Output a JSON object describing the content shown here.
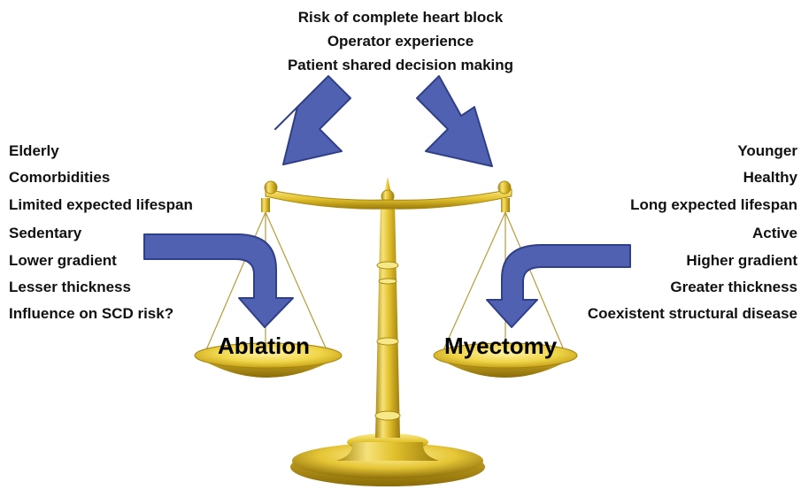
{
  "top_factors": [
    "Risk of complete heart block",
    "Operator experience",
    "Patient shared decision making"
  ],
  "ablation": {
    "label": "Ablation",
    "factors": [
      "Elderly",
      "Comorbidities",
      "Limited expected lifespan",
      "Sedentary",
      "Lower gradient",
      "Lesser thickness",
      "Influence on SCD risk?"
    ]
  },
  "myectomy": {
    "label": "Myectomy",
    "factors": [
      "Younger",
      "Healthy",
      "Long expected lifespan",
      "Active",
      "Higher gradient",
      "Greater thickness",
      "Coexistent structural disease"
    ]
  },
  "colors": {
    "arrow_fill": "#4f61b0",
    "arrow_stroke": "#2f3f88",
    "gold": "#e0bf2a"
  }
}
